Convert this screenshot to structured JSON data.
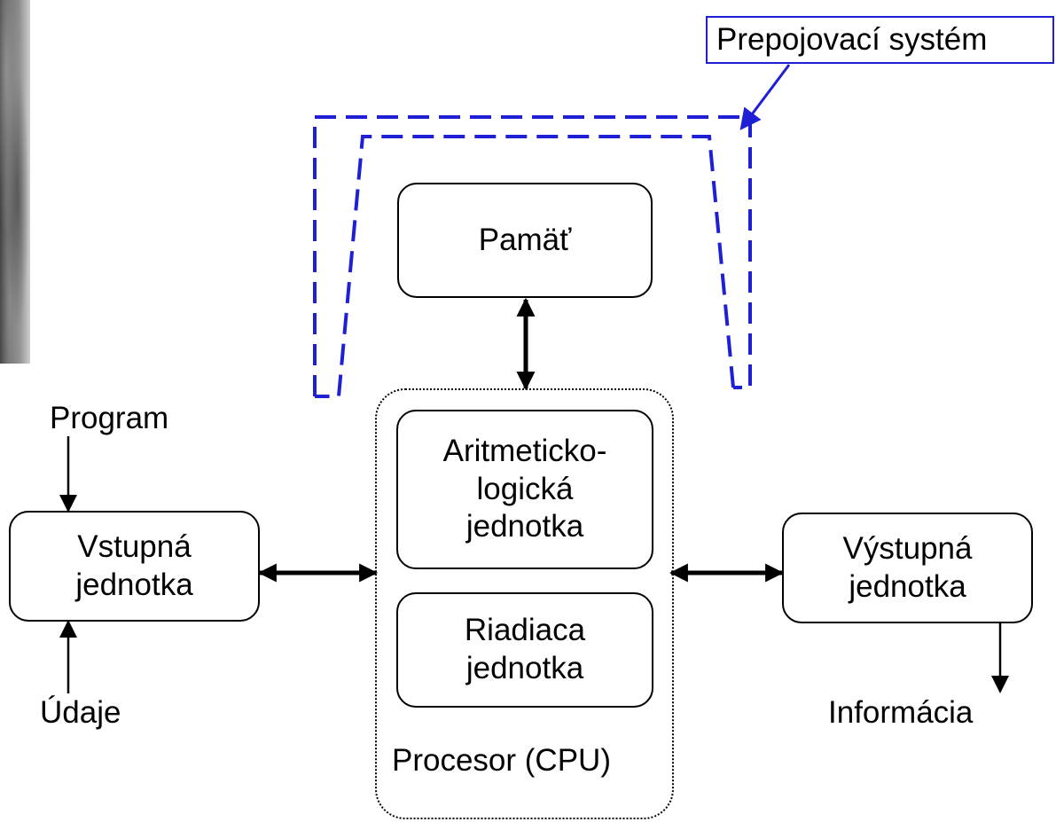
{
  "title_label": "Prepojovací systém",
  "memory": {
    "label": "Pamäť"
  },
  "alu": {
    "lines": [
      "Aritmeticko-",
      "logická",
      "jednotka"
    ]
  },
  "control_unit": {
    "lines": [
      "Riadiaca",
      "jednotka"
    ]
  },
  "cpu": {
    "label": "Procesor (CPU)"
  },
  "input_unit": {
    "lines": [
      "Vstupná",
      "jednotka"
    ]
  },
  "output_unit": {
    "lines": [
      "Výstupná",
      "jednotka"
    ]
  },
  "labels": {
    "program": "Program",
    "data": "Údaje",
    "information": "Informácia"
  },
  "colors": {
    "bus": "#1f1fd6",
    "stroke": "#000000"
  }
}
